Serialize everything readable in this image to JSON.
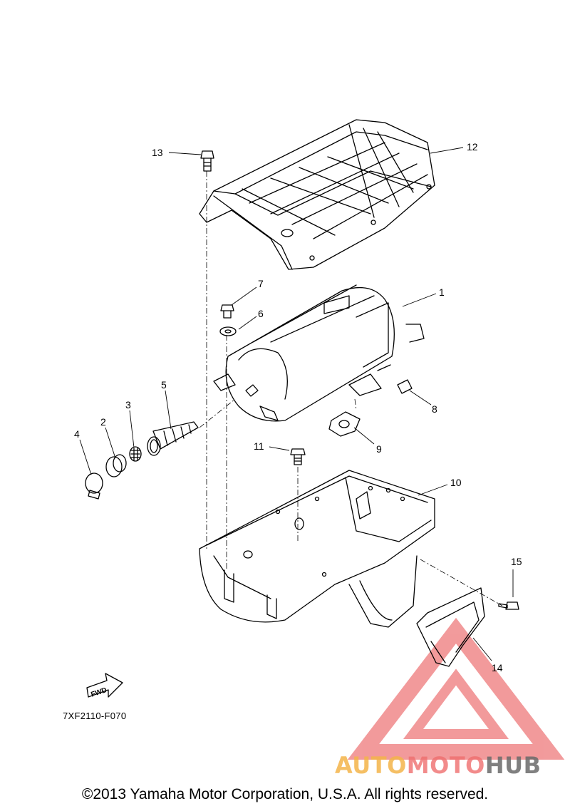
{
  "callouts": {
    "n1": "1",
    "n2": "2",
    "n3": "3",
    "n4": "4",
    "n5": "5",
    "n6": "6",
    "n7": "7",
    "n8": "8",
    "n9": "9",
    "n10": "10",
    "n11": "11",
    "n12": "12",
    "n13": "13",
    "n14": "14",
    "n15": "15"
  },
  "fwd_label": "FWD",
  "diagram_code": "7XF2110-F070",
  "copyright": "©2013 Yamaha Motor Corporation, U.S.A. All rights reserved.",
  "watermark": {
    "part1": "AUTO",
    "part2": "MOTO",
    "part3": "HUB"
  },
  "colors": {
    "line": "#000000",
    "watermark_red": "#e8494a",
    "watermark_orange": "#f4b44a",
    "watermark_gray": "#6a6a6a"
  }
}
